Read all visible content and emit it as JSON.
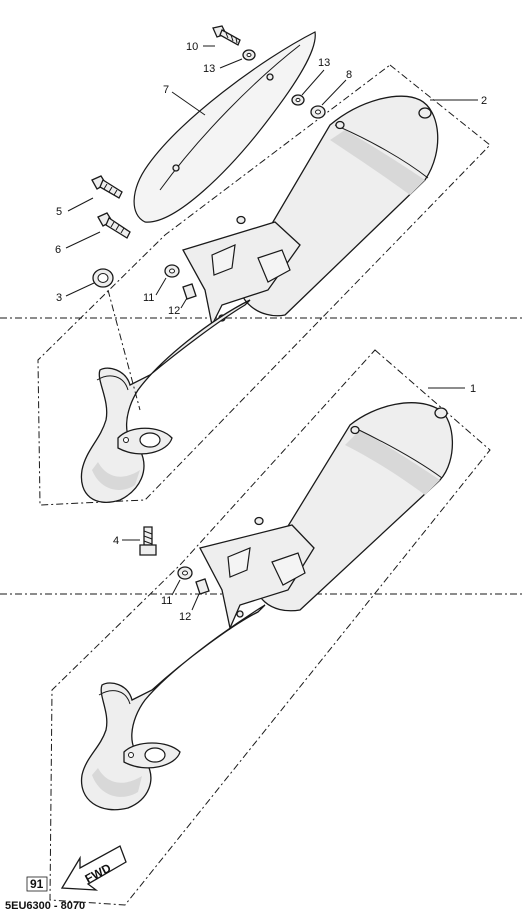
{
  "diagram": {
    "callouts": {
      "c1": "1",
      "c2": "2",
      "c3": "3",
      "c4": "4",
      "c5": "5",
      "c6": "6",
      "c7": "7",
      "c8": "8",
      "c10": "10",
      "c11_upper": "11",
      "c11_lower": "11",
      "c12_upper": "12",
      "c12_lower": "12",
      "c13_left": "13",
      "c13_right": "13"
    },
    "fwd_label": "FWD",
    "page_mark": "91",
    "code": "5EU6300 - 8070"
  }
}
